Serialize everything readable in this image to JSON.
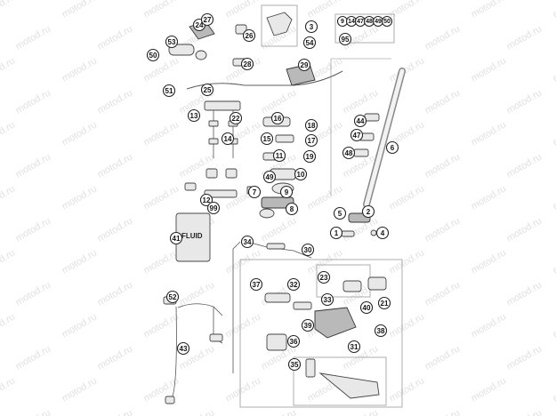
{
  "diagram": {
    "watermark": "motod.ru",
    "fluid_label": "FLUID",
    "group_labels": [
      "9",
      "14",
      "47",
      "48",
      "49",
      "50"
    ],
    "callouts": [
      "1",
      "2",
      "3",
      "4",
      "5",
      "6",
      "7",
      "8",
      "9",
      "10",
      "11",
      "12",
      "13",
      "14",
      "15",
      "16",
      "17",
      "18",
      "19",
      "21",
      "22",
      "23",
      "24",
      "25",
      "26",
      "27",
      "28",
      "29",
      "30",
      "31",
      "32",
      "33",
      "34",
      "35",
      "36",
      "37",
      "38",
      "39",
      "40",
      "41",
      "43",
      "44",
      "47",
      "48",
      "49",
      "50",
      "51",
      "52",
      "53",
      "54",
      "95",
      "99"
    ]
  }
}
